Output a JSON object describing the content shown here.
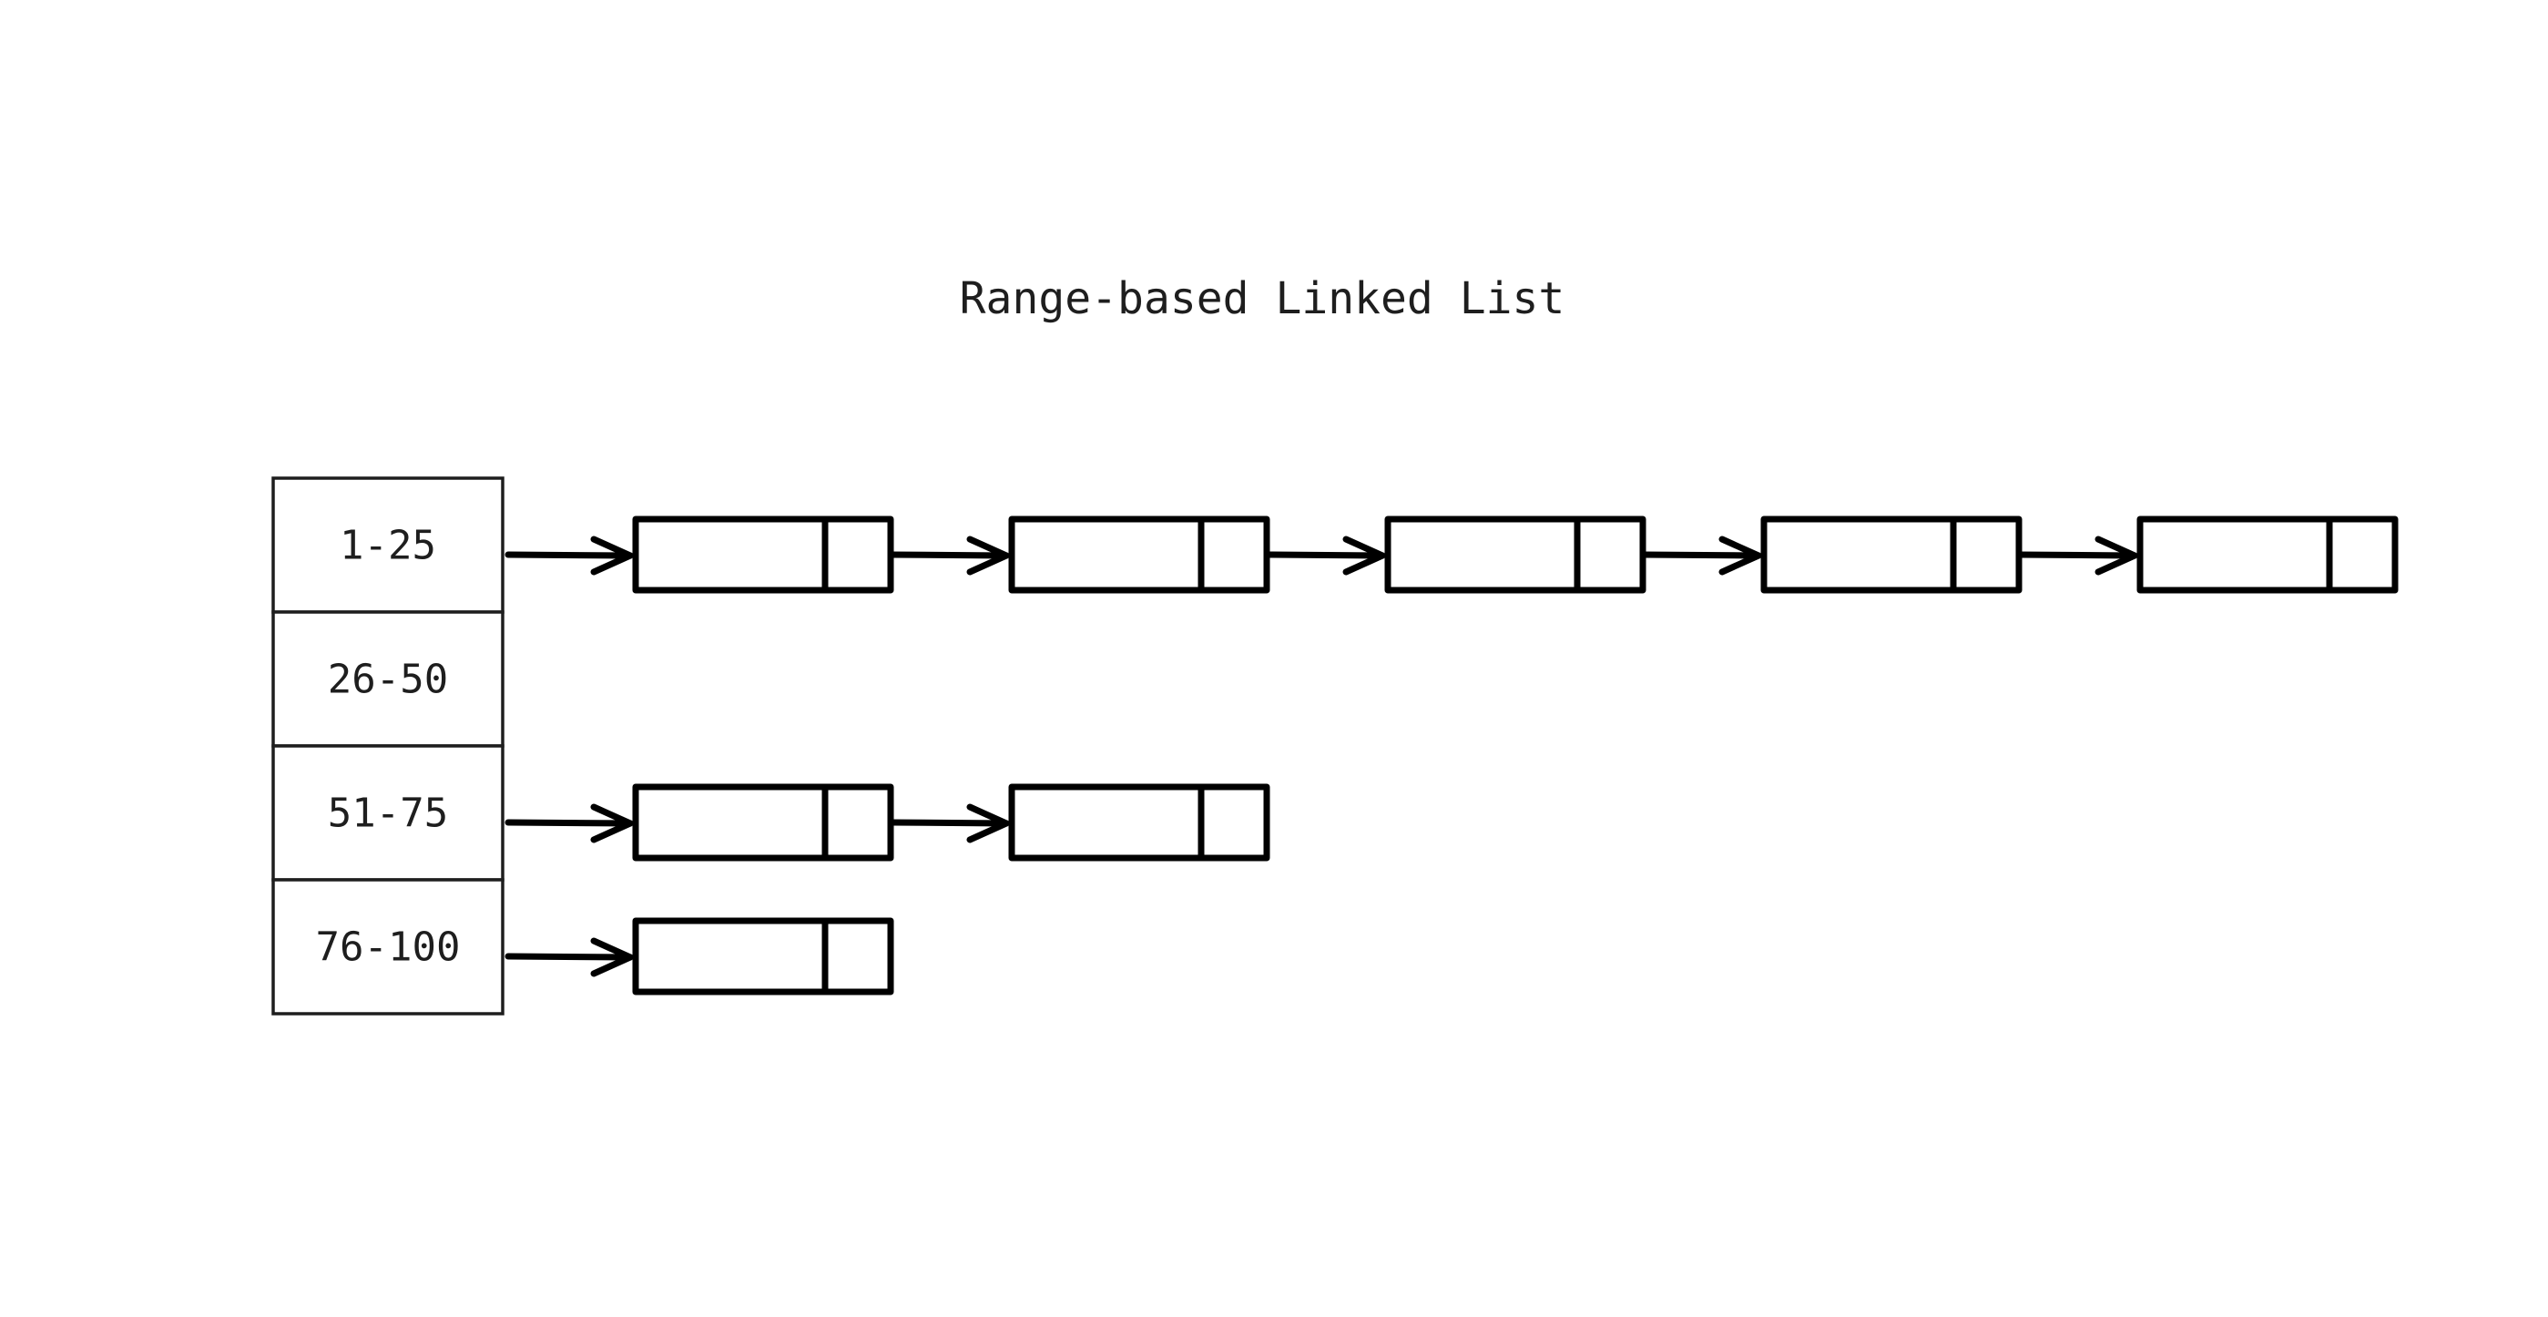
{
  "diagram": {
    "title": "Range-based Linked List",
    "buckets": [
      {
        "label": "1-25",
        "node_count": 5
      },
      {
        "label": "26-50",
        "node_count": 0
      },
      {
        "label": "51-75",
        "node_count": 2
      },
      {
        "label": "76-100",
        "node_count": 1
      }
    ],
    "colors": {
      "stroke": "#000000",
      "text": "#1e1e1e",
      "background": "#ffffff"
    }
  }
}
